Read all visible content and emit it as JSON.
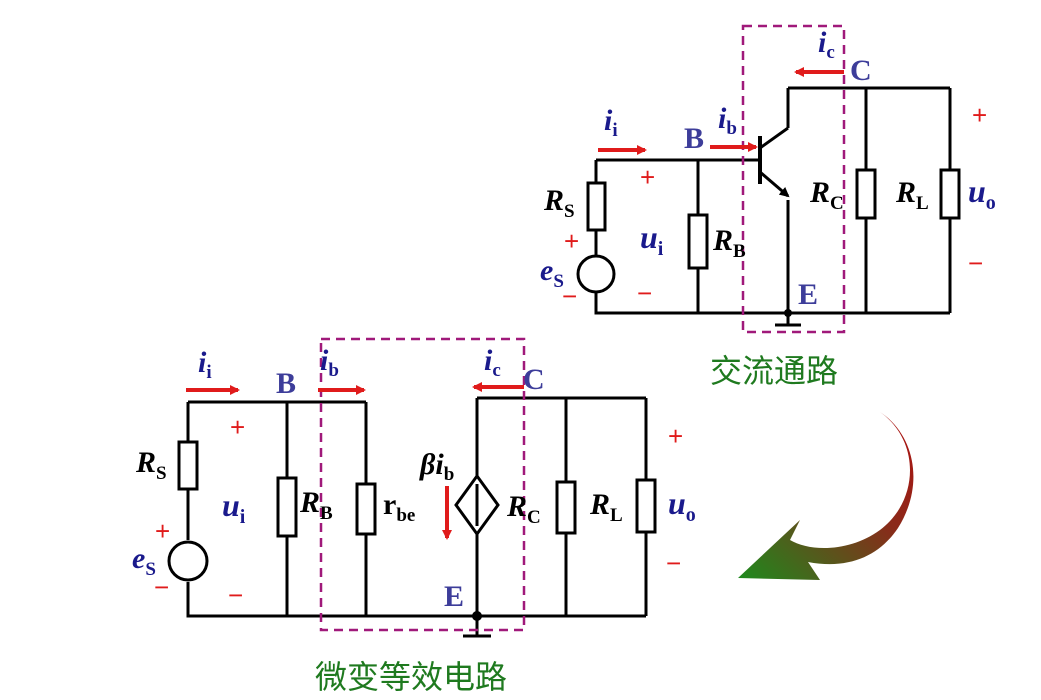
{
  "top_circuit": {
    "caption": "交流通路",
    "nodes": {
      "B": "B",
      "C": "C",
      "E": "E"
    },
    "currents": {
      "ii": "i",
      "ii_sub": "i",
      "ib": "i",
      "ib_sub": "b",
      "ic": "i",
      "ic_sub": "c"
    },
    "components": {
      "RS": "R",
      "RS_sub": "S",
      "RB": "R",
      "RB_sub": "B",
      "RC": "R",
      "RC_sub": "C",
      "RL": "R",
      "RL_sub": "L",
      "eS": "e",
      "eS_sub": "S"
    },
    "voltages": {
      "ui": "u",
      "ui_sub": "i",
      "uo": "u",
      "uo_sub": "o"
    },
    "signs": {
      "plus": "+",
      "minus": "−"
    }
  },
  "bottom_circuit": {
    "caption": "微变等效电路",
    "nodes": {
      "B": "B",
      "C": "C",
      "E": "E"
    },
    "currents": {
      "ii": "i",
      "ii_sub": "i",
      "ib": "i",
      "ib_sub": "b",
      "ic": "i",
      "ic_sub": "c"
    },
    "components": {
      "RS": "R",
      "RS_sub": "S",
      "RB": "R",
      "RB_sub": "B",
      "rbe": "r",
      "rbe_sub": "be",
      "RC": "R",
      "RC_sub": "C",
      "RL": "R",
      "RL_sub": "L",
      "eS": "e",
      "eS_sub": "S",
      "beta": "β",
      "beta_i": "i",
      "beta_sub": "b"
    },
    "voltages": {
      "ui": "u",
      "ui_sub": "i",
      "uo": "u",
      "uo_sub": "o"
    },
    "signs": {
      "plus": "+",
      "minus": "−"
    }
  },
  "colors": {
    "wire": "#000000",
    "current_arrow": "#e01b1b",
    "dashed_box": "#a0197a",
    "caption": "#1f7a1f",
    "node_label": "#3d3d9a"
  }
}
